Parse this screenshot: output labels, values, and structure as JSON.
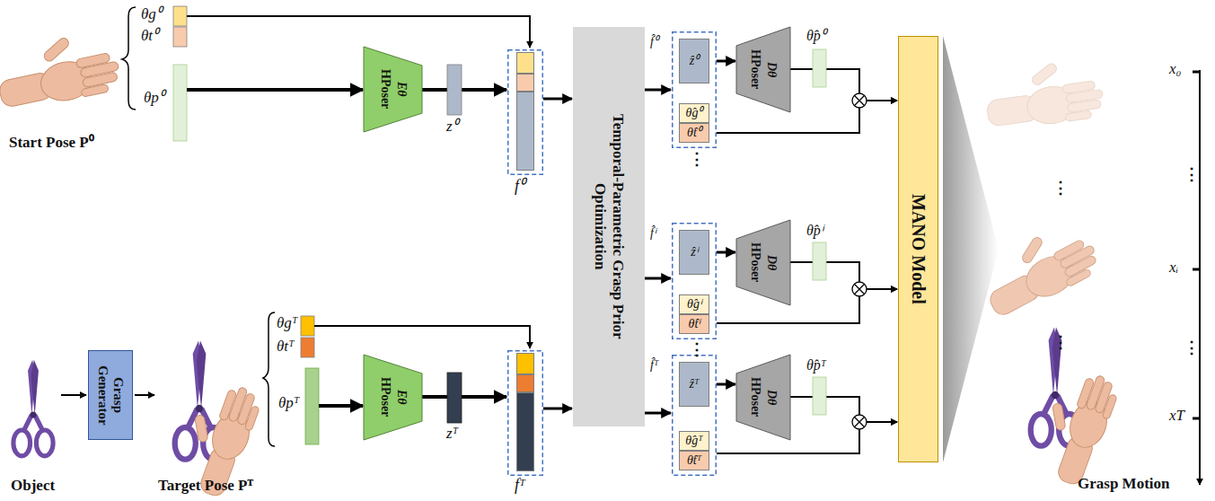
{
  "diagram": {
    "nodes": [
      {
        "text": [
          "Grasp Generator"
        ]
      },
      {
        "text": [
          "HPoser",
          "Eθ"
        ]
      },
      {
        "text": [
          "f⁰"
        ]
      },
      {
        "text": [
          "HPoser",
          "Eθ"
        ]
      },
      {
        "text": [
          "fᵀ"
        ]
      },
      {
        "text": [
          "Temporal-Parametric Grasp Prior Optimization"
        ]
      },
      {
        "text": [
          "f̂⁰",
          "ẑ⁰",
          "θ̂g⁰",
          "θ̂t⁰"
        ]
      },
      {
        "text": [
          "HPoser",
          "Dθ"
        ]
      },
      {
        "text": [
          "f̂ⁱ",
          "ẑⁱ",
          "θ̂gⁱ",
          "θ̂tⁱ"
        ]
      },
      {
        "text": [
          "HPoser",
          "Dθ"
        ]
      },
      {
        "text": [
          "f̂ᵀ",
          "ẑᵀ",
          "θ̂gᵀ",
          "θ̂tᵀ"
        ]
      },
      {
        "text": [
          "HPoser",
          "Dθ"
        ]
      },
      {
        "text": [
          "MANO Model"
        ]
      }
    ],
    "edges": [
      {
        "from": 1,
        "to": 2,
        "arrow": "to"
      },
      {
        "from": 3,
        "to": 4,
        "arrow": "to"
      },
      {
        "from": 2,
        "to": 5,
        "arrow": "to"
      },
      {
        "from": 4,
        "to": 5,
        "arrow": "to"
      },
      {
        "from": 5,
        "to": 6,
        "arrow": "to"
      },
      {
        "from": 5,
        "to": 8,
        "arrow": "to"
      },
      {
        "from": 5,
        "to": 10,
        "arrow": "to"
      },
      {
        "from": 6,
        "to": 7,
        "arrow": "to"
      },
      {
        "from": 8,
        "to": 9,
        "arrow": "to"
      },
      {
        "from": 10,
        "to": 11,
        "arrow": "to"
      },
      {
        "from": 7,
        "to": 12,
        "arrow": "to"
      },
      {
        "from": 9,
        "to": 12,
        "arrow": "to"
      },
      {
        "from": 11,
        "to": 12,
        "arrow": "to"
      },
      {
        "from": 6,
        "to": 12,
        "arrow": "to"
      },
      {
        "from": 8,
        "to": 12,
        "arrow": "to"
      },
      {
        "from": 10,
        "to": 12,
        "arrow": "to"
      }
    ],
    "labels": [
      "Start Pose P⁰",
      "θg⁰",
      "θt⁰",
      "θp⁰",
      "z⁰",
      "Object",
      "Target Pose Pᵀ",
      "θgᵀ",
      "θtᵀ",
      "θpᵀ",
      "zᵀ",
      "θ̂p⁰",
      "⋮",
      "θ̂pⁱ",
      "⋮",
      "θ̂pᵀ",
      "⋮",
      "⋮",
      "Grasp Motion",
      "x₀",
      "⋮",
      "xᵢ",
      "⋮",
      "xT"
    ]
  }
}
